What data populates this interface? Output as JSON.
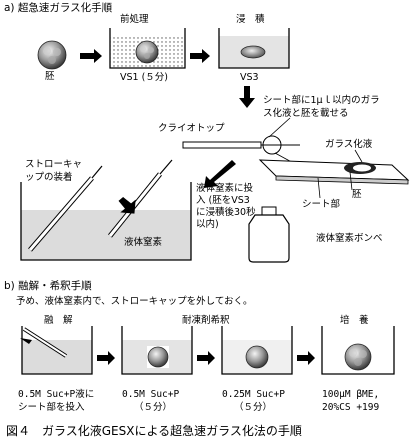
{
  "section_a": {
    "title": "a) 超急速ガラス化手順",
    "labels": {
      "embryo": "胚",
      "pretreatment": "前処理",
      "immersion": "浸　積",
      "vs1": "VS1 (５分)",
      "vs3": "VS3",
      "sheet_note_1": "シート部に1μｌ以内のガラ",
      "sheet_note_2": "ス化液と胚を載せる",
      "cryotop": "クライオトップ",
      "vitrification_solution": "ガラス化液",
      "embryo2": "胚",
      "sheet_part": "シート部",
      "straw_cap_1": "ストローキャ",
      "straw_cap_2": "ップの装着",
      "ln2_note_1": "液体窒素に投",
      "ln2_note_2": "入 (胚をVS3",
      "ln2_note_3": "に浸積後30秒",
      "ln2_note_4": "以内)",
      "liquid_nitrogen": "液体窒素",
      "ln2_cylinder": "液体窒素ボンベ"
    }
  },
  "section_b": {
    "title": "b) 融解・希釈手順",
    "note": "予め、液体窒素内で、ストローキャップを外しておく。",
    "steps": {
      "thaw": "融　解",
      "dilution": "耐凍剤希釈",
      "culture": "培　養"
    },
    "captions": {
      "c1_l1": "0.5M Suc+P液に",
      "c1_l2": "シート部を投入",
      "c2_l1": "0.5M Suc+P",
      "c2_l2": "（５分）",
      "c3_l1": "0.25M Suc+P",
      "c3_l2": "（５分）",
      "c4_l1": "100μM βME,",
      "c4_l2": "20%CS +199"
    }
  },
  "figure_caption": "図４　ガラス化液GESXによる超急速ガラス化法の手順",
  "colors": {
    "fill_gray": "#dddddd",
    "fill_light": "#f0f0f0",
    "ink": "#000000"
  }
}
